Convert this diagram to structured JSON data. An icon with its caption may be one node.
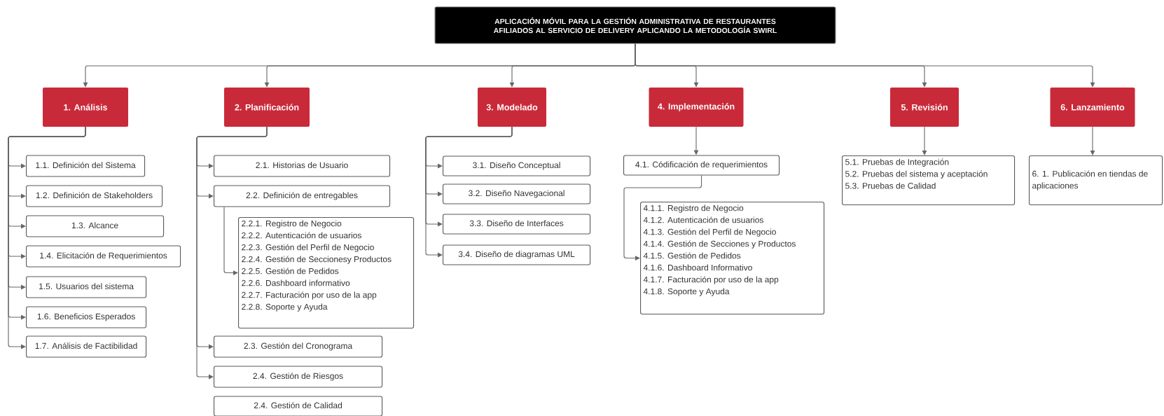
{
  "diagram": {
    "nodes": [
      {
        "text": [
          "APLICACIÓN MÓVIL PARA LA GESTIÓN ADMINISTRATIVA DE RESTAURANTES AFILIADOS AL SERVICIO DE DELIVERY APLICANDO LA METODOLOGÍA SWIRL"
        ]
      },
      {
        "text": [
          "1. Análisis"
        ]
      },
      {
        "text": [
          "2. Planificación"
        ]
      },
      {
        "text": [
          "3. Modelado"
        ]
      },
      {
        "text": [
          "4. Implementación"
        ]
      },
      {
        "text": [
          "5. Revisión"
        ]
      },
      {
        "text": [
          "6. Lanzamiento"
        ]
      },
      {
        "text": [
          "1.1. Definición del Sistema"
        ]
      },
      {
        "text": [
          "1.2. Definición de Stakeholders"
        ]
      },
      {
        "text": [
          "1.3. Alcance"
        ]
      },
      {
        "text": [
          "1.4. Elicitación de Requerimientos"
        ]
      },
      {
        "text": [
          "1.5. Usuarios del sistema"
        ]
      },
      {
        "text": [
          "1.6. Beneficios Esperados"
        ]
      },
      {
        "text": [
          "1.7. Análisis de Factibilidad"
        ]
      },
      {
        "text": [
          "2.1. Historias de Usuario"
        ]
      },
      {
        "text": [
          "2.2. Definición de entregables"
        ]
      },
      {
        "text": [
          "2.2.1. Registro de Negocio",
          "2.2.2. Autenticación de usuarios",
          "2.2.3. Gestión del Perfil de Negocio",
          "2.2.4. Gestión de Seccionesy Productos",
          "2.2.5. Gestión de Pedidos",
          "2.2.6. Dashboard informativo",
          "2.2.7. Facturación por uso de la app",
          "2.2.8. Soporte y Ayuda"
        ]
      },
      {
        "text": [
          "2.3. Gestión del Cronograma"
        ]
      },
      {
        "text": [
          "2.4. Gestión de Riesgos"
        ]
      },
      {
        "text": [
          "2.4. Gestión de Calidad"
        ]
      },
      {
        "text": [
          "3.1. Diseño Conceptual"
        ]
      },
      {
        "text": [
          "3.2. Diseño Navegacional"
        ]
      },
      {
        "text": [
          "3.3. Diseño de Interfaces"
        ]
      },
      {
        "text": [
          "3.4. Diseño de diagramas UML"
        ]
      },
      {
        "text": [
          "4.1. Códificación de requerimientos"
        ]
      },
      {
        "text": [
          "4.1.1. Registro de Negocio",
          "4.1.2. Autenticación de usuarios",
          "4.1.3. Gestión del Perfil de Negocio",
          "4.1.4. Gestión de Secciones y Productos",
          "4.1.5. Gestión de Pedidos",
          "4.1.6. Dashboard Informativo",
          "4.1.7. Facturación por uso de la app",
          "4.1.8. Soporte y Ayuda"
        ]
      },
      {
        "text": [
          "5.1. Pruebas de Integración",
          "5.2. Pruebas del sistema y aceptación",
          "5.3. Pruebas de Calidad"
        ]
      },
      {
        "text": [
          "6. 1. Publicación en tiendas de aplicaciones"
        ]
      }
    ],
    "edges": [
      {
        "from": 0,
        "to": 1,
        "arrow": "to"
      },
      {
        "from": 0,
        "to": 2,
        "arrow": "to"
      },
      {
        "from": 0,
        "to": 3,
        "arrow": "to"
      },
      {
        "from": 0,
        "to": 4,
        "arrow": "to"
      },
      {
        "from": 0,
        "to": 5,
        "arrow": "to"
      },
      {
        "from": 0,
        "to": 6,
        "arrow": "to"
      },
      {
        "from": 1,
        "to": 7,
        "arrow": "to"
      },
      {
        "from": 1,
        "to": 8,
        "arrow": "to"
      },
      {
        "from": 1,
        "to": 9,
        "arrow": "to"
      },
      {
        "from": 1,
        "to": 10,
        "arrow": "to"
      },
      {
        "from": 1,
        "to": 11,
        "arrow": "to"
      },
      {
        "from": 1,
        "to": 12,
        "arrow": "to"
      },
      {
        "from": 1,
        "to": 13,
        "arrow": "to"
      },
      {
        "from": 2,
        "to": 14,
        "arrow": "to"
      },
      {
        "from": 2,
        "to": 15,
        "arrow": "to"
      },
      {
        "from": 15,
        "to": 16,
        "arrow": "to"
      },
      {
        "from": 2,
        "to": 17,
        "arrow": "to"
      },
      {
        "from": 2,
        "to": 18,
        "arrow": "to"
      },
      {
        "from": 3,
        "to": 20,
        "arrow": "to"
      },
      {
        "from": 3,
        "to": 21,
        "arrow": "to"
      },
      {
        "from": 3,
        "to": 22,
        "arrow": "to"
      },
      {
        "from": 3,
        "to": 23,
        "arrow": "to"
      },
      {
        "from": 4,
        "to": 24,
        "arrow": "to"
      },
      {
        "from": 24,
        "to": 25,
        "arrow": "to"
      },
      {
        "from": 5,
        "to": 26,
        "arrow": "to"
      },
      {
        "from": 6,
        "to": 27,
        "arrow": "to"
      }
    ]
  }
}
